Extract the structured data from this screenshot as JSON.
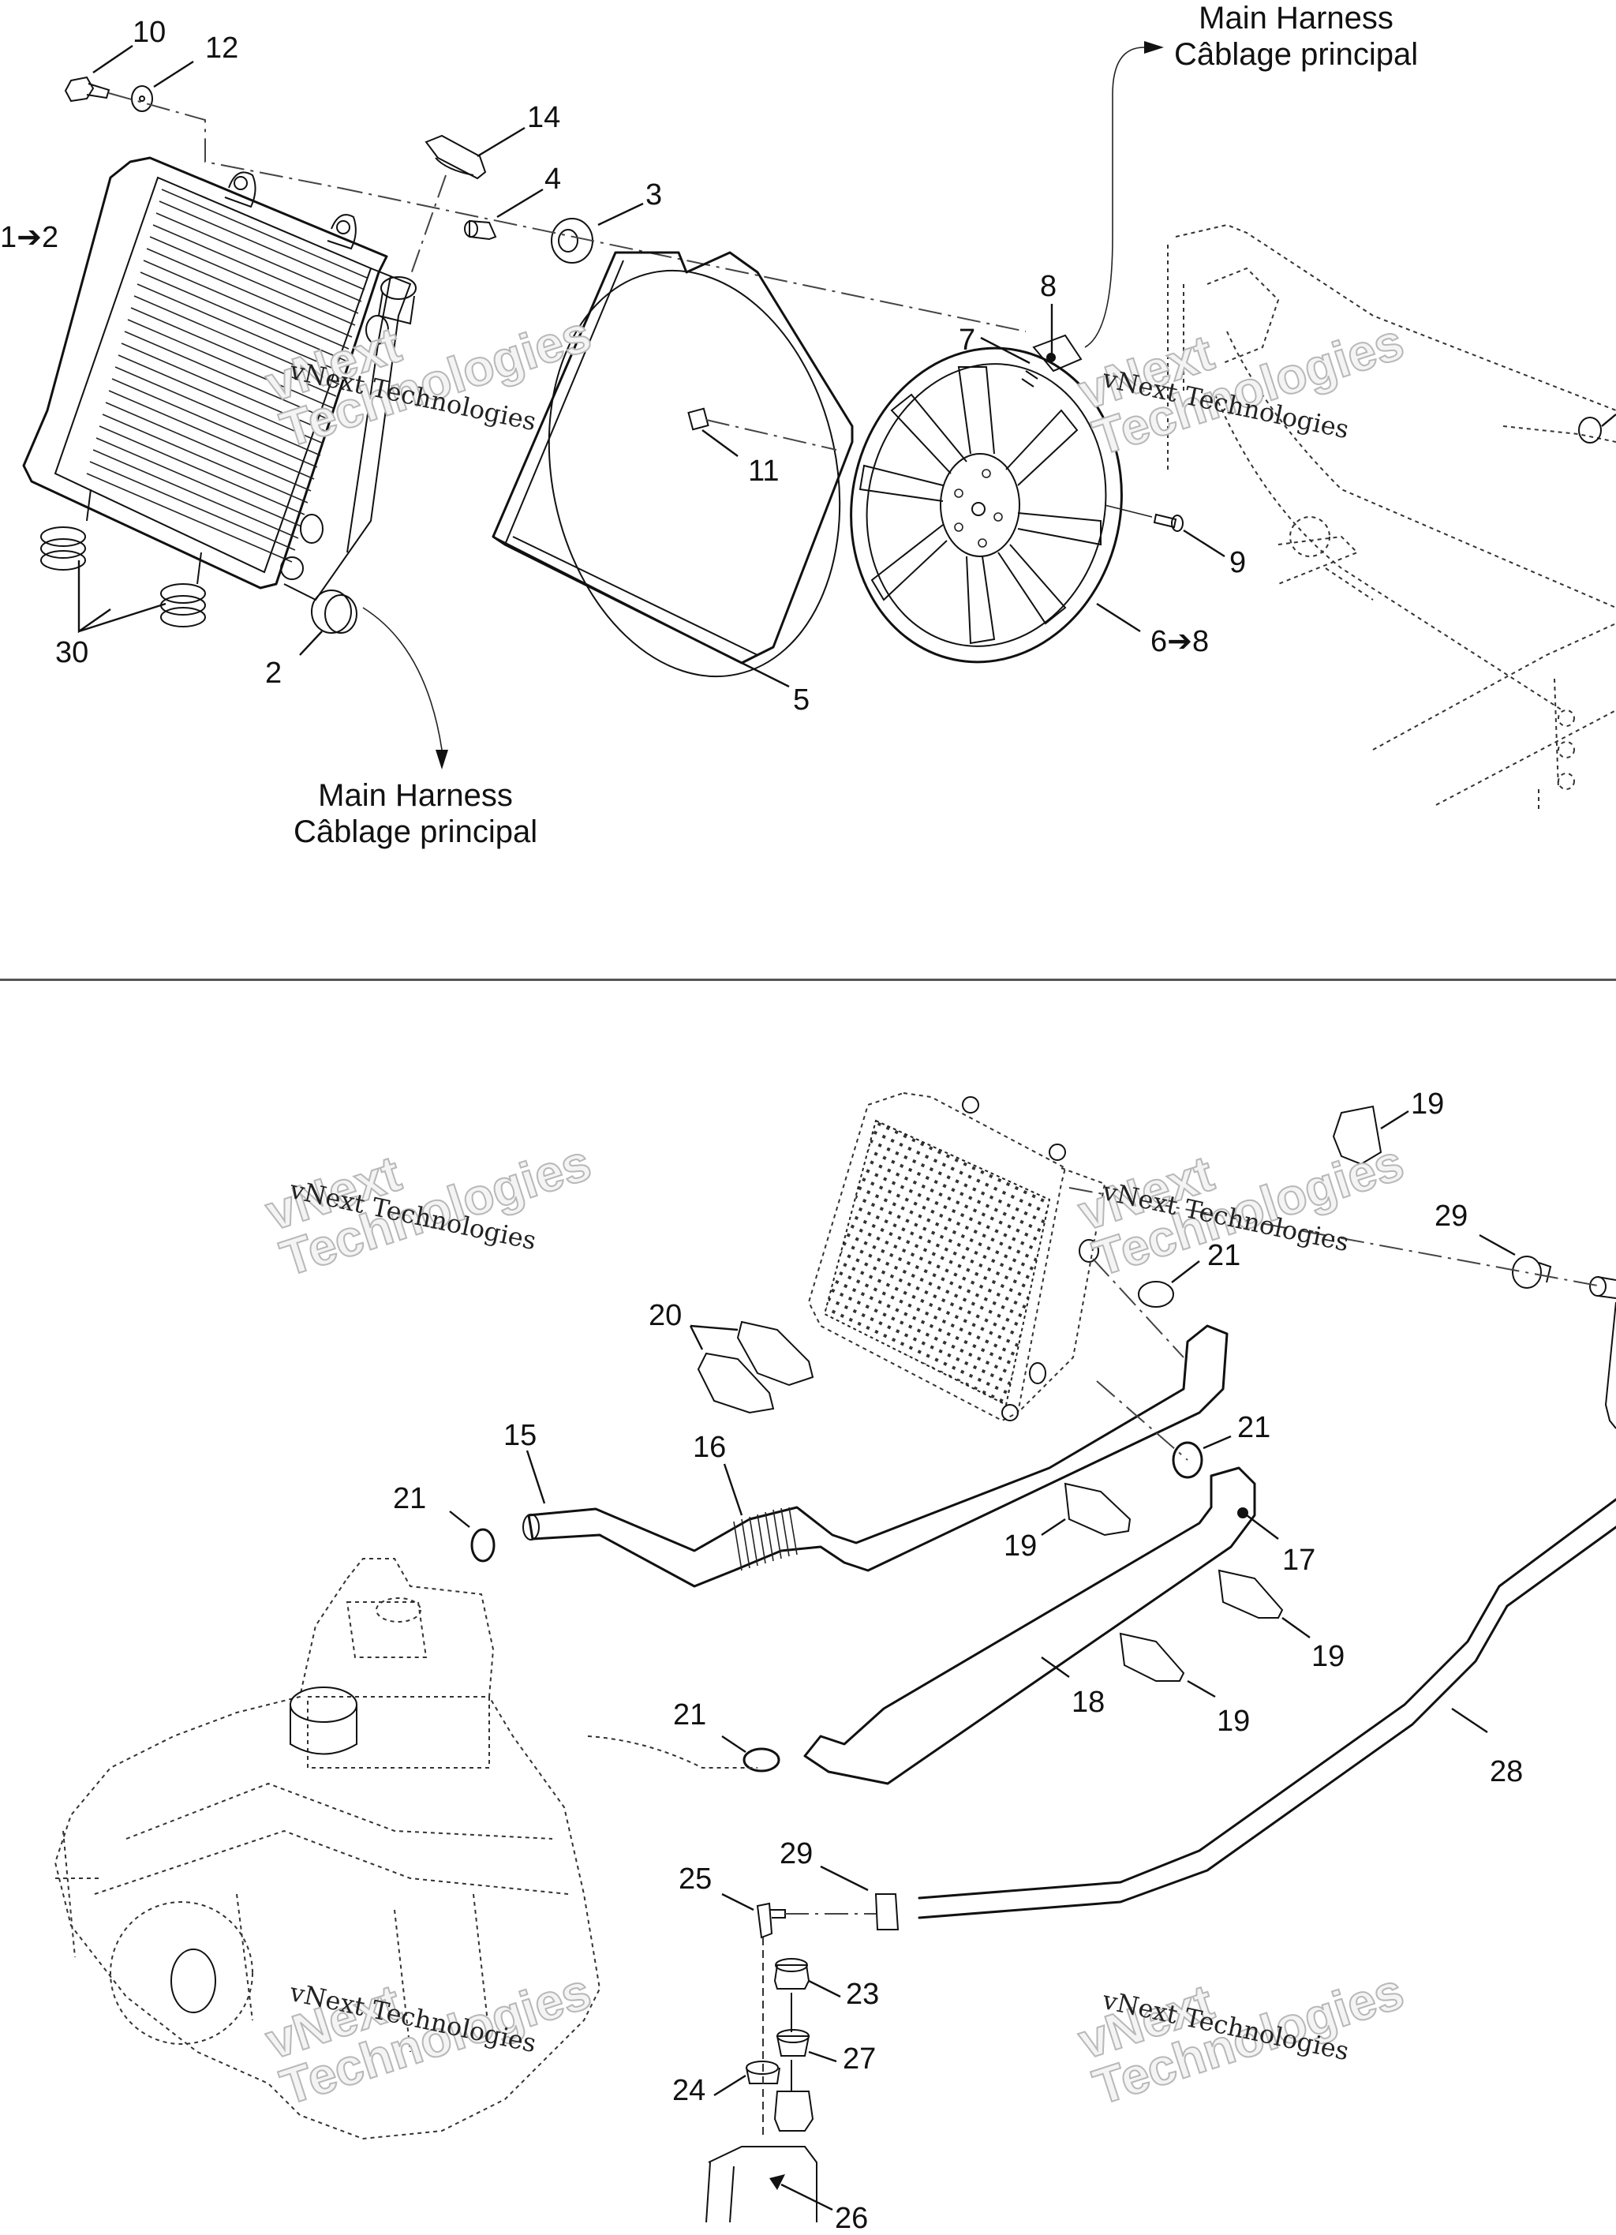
{
  "diagram": {
    "title_sections": [
      "radiator-fan-assembly",
      "coolant-hoses-reservoir"
    ],
    "harness_notes": [
      {
        "line1": "Main Harness",
        "line2": "Câblage principal"
      },
      {
        "line1": "Main Harness",
        "line2": "Câblage principal"
      }
    ],
    "watermark": {
      "serif_text": "vNext Technologies",
      "outline_line1": "vNext",
      "outline_line2": "Technologies"
    },
    "colors": {
      "ink": "#111111",
      "watermark_outline": "#c9c9c9",
      "background": "#ffffff"
    },
    "callouts_top": [
      {
        "id": "c10",
        "label": "10"
      },
      {
        "id": "c12",
        "label": "12"
      },
      {
        "id": "c14",
        "label": "14"
      },
      {
        "id": "c4",
        "label": "4"
      },
      {
        "id": "c3",
        "label": "3"
      },
      {
        "id": "c1-2",
        "label": "1➔2"
      },
      {
        "id": "c8",
        "label": "8"
      },
      {
        "id": "c7",
        "label": "7"
      },
      {
        "id": "c11",
        "label": "11"
      },
      {
        "id": "c9",
        "label": "9"
      },
      {
        "id": "c6-8",
        "label": "6➔8"
      },
      {
        "id": "c5",
        "label": "5"
      },
      {
        "id": "c2",
        "label": "2"
      },
      {
        "id": "c30",
        "label": "30"
      }
    ],
    "callouts_bottom": [
      {
        "id": "c19a",
        "label": "19"
      },
      {
        "id": "c29a",
        "label": "29"
      },
      {
        "id": "c21a",
        "label": "21"
      },
      {
        "id": "c20",
        "label": "20"
      },
      {
        "id": "c21b",
        "label": "21"
      },
      {
        "id": "c15",
        "label": "15"
      },
      {
        "id": "c16",
        "label": "16"
      },
      {
        "id": "c21c",
        "label": "21"
      },
      {
        "id": "c19b",
        "label": "19"
      },
      {
        "id": "c17",
        "label": "17"
      },
      {
        "id": "c19c",
        "label": "19"
      },
      {
        "id": "c18",
        "label": "18"
      },
      {
        "id": "c19d",
        "label": "19"
      },
      {
        "id": "c21d",
        "label": "21"
      },
      {
        "id": "c28",
        "label": "28"
      },
      {
        "id": "c29b",
        "label": "29"
      },
      {
        "id": "c25",
        "label": "25"
      },
      {
        "id": "c23",
        "label": "23"
      },
      {
        "id": "c27",
        "label": "27"
      },
      {
        "id": "c24",
        "label": "24"
      },
      {
        "id": "c26",
        "label": "26"
      }
    ]
  }
}
